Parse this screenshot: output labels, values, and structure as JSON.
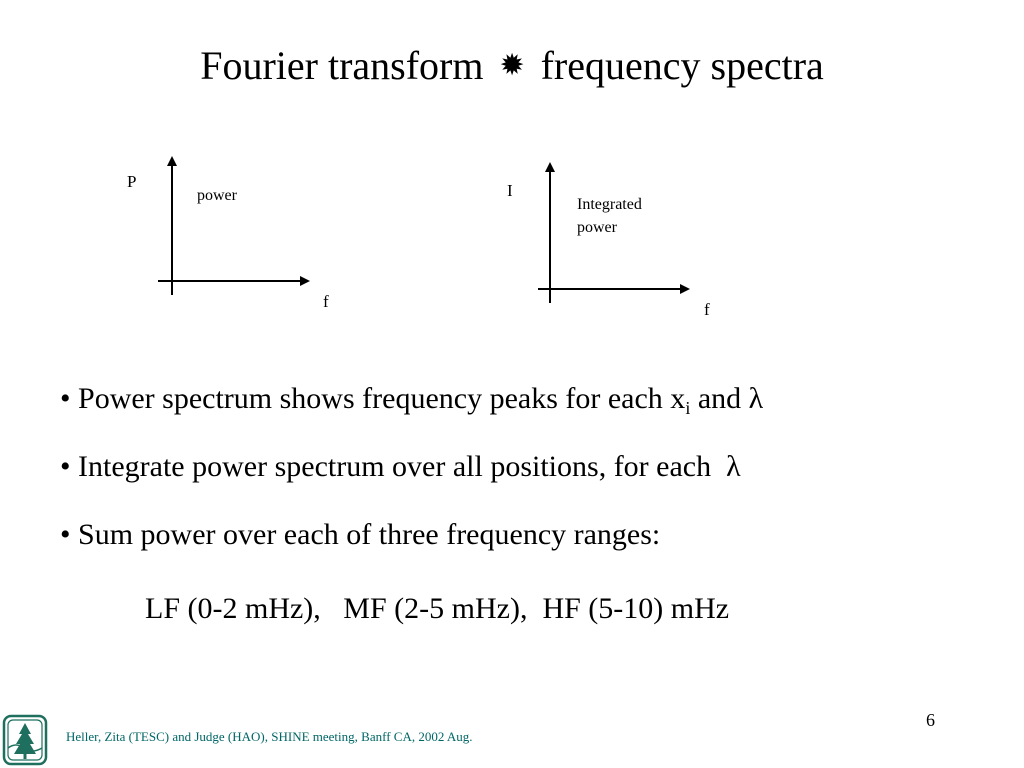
{
  "slide": {
    "title_left": "Fourier transform",
    "title_symbol": "✹",
    "title_right": "frequency spectra",
    "page_number": "6",
    "footer": "Heller, Zita (TESC) and Judge (HAO), SHINE meeting, Banff CA, 2002 Aug."
  },
  "graph_power": {
    "y_label": "P",
    "x_label": "f",
    "curve_label": "power"
  },
  "graph_integrated": {
    "y_label": "I",
    "x_label": "f",
    "curve_label_line1": "Integrated",
    "curve_label_line2": "power"
  },
  "bullets": [
    {
      "marker": "•",
      "text": "Power spectrum shows frequency peaks for each x",
      "sub": "i",
      "tail": " and λ"
    },
    {
      "marker": "•",
      "text": "Integrate power spectrum over all positions, for each  λ"
    },
    {
      "marker": "•",
      "text": "Sum power over each of three frequency ranges:"
    }
  ],
  "frequency_ranges": "LF (0-2 mHz),   MF (2-5 mHz),  HF (5-10) mHz",
  "colors": {
    "footer_text": "#006666",
    "logo": "#1f6f5f"
  },
  "icons": {
    "logo": "tree-logo-icon"
  }
}
